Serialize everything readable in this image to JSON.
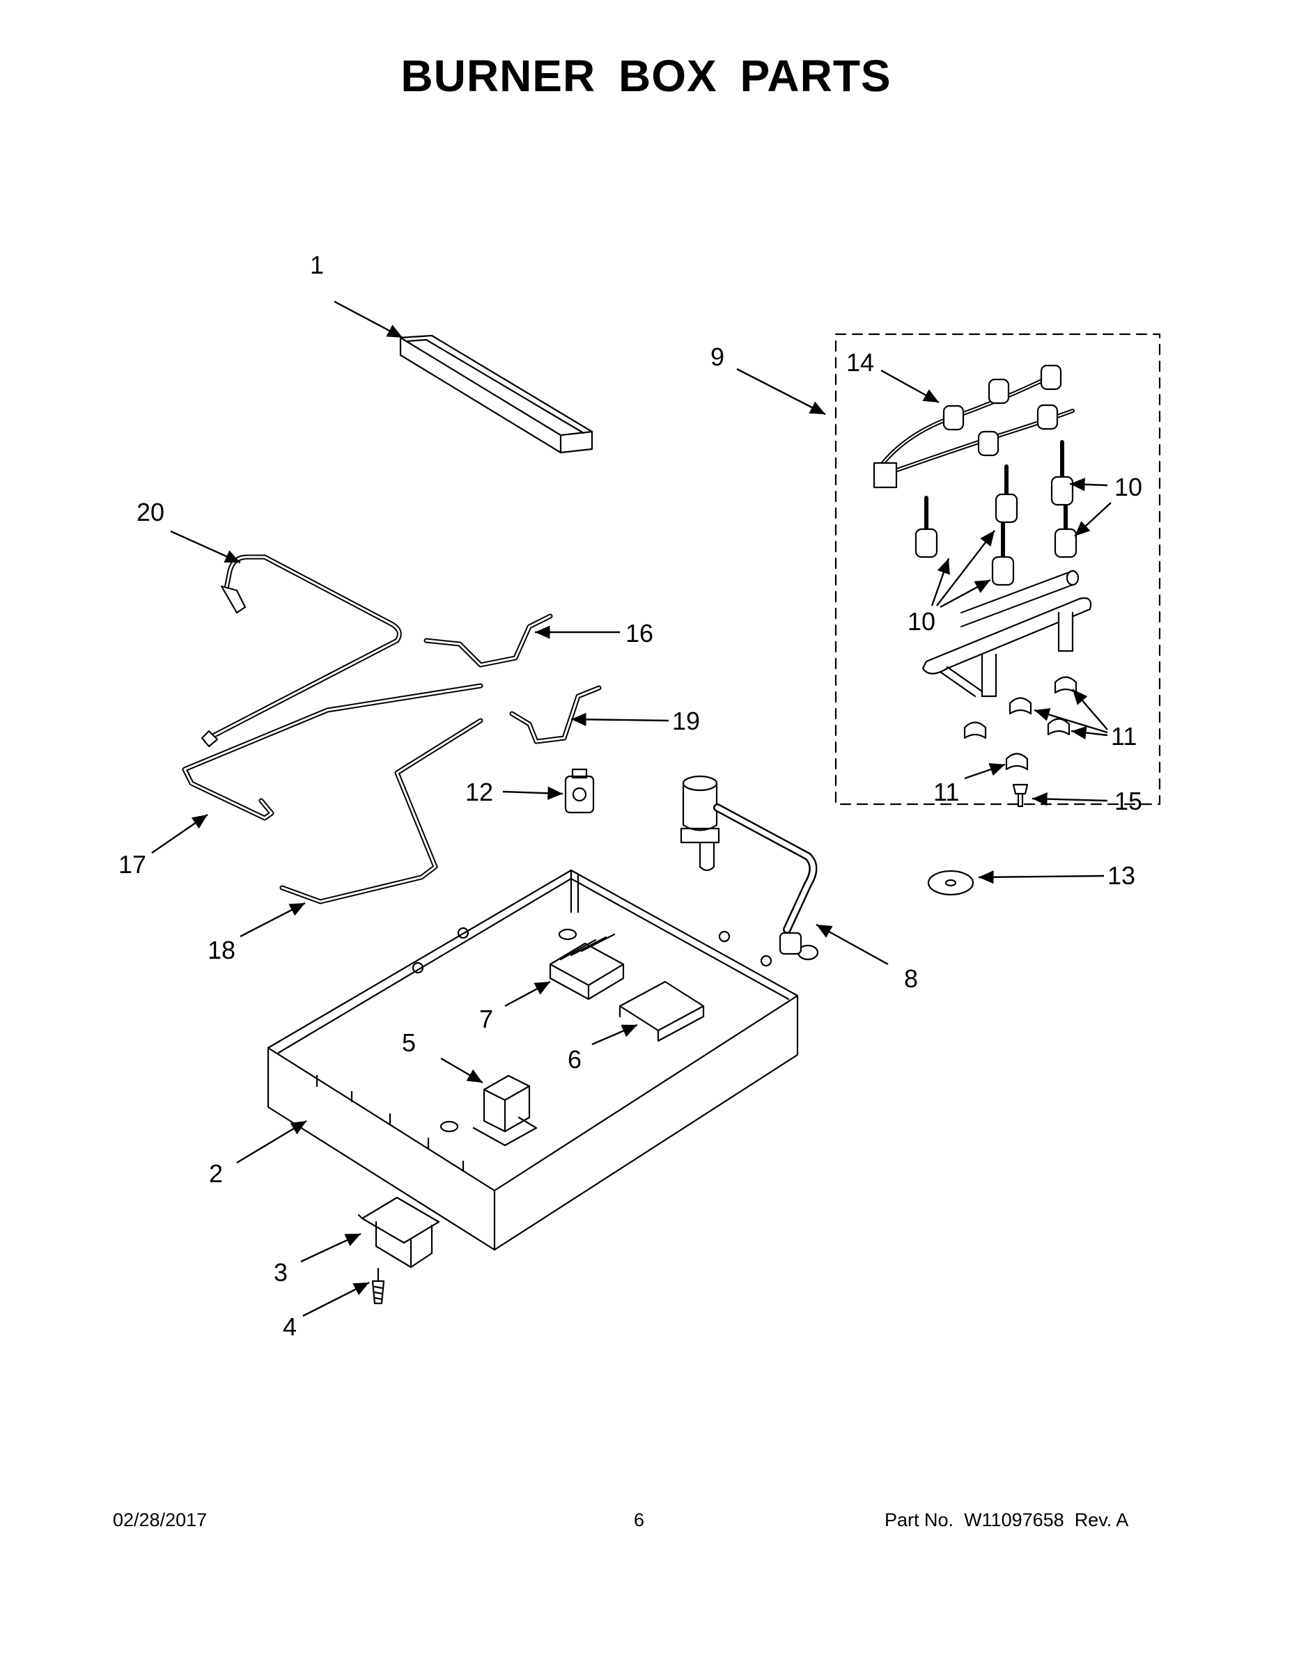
{
  "title": "BURNER BOX PARTS",
  "footer": {
    "date": "02/28/2017",
    "page": "6",
    "part_label": "Part No.",
    "part_number": "W11097658",
    "revision": "Rev. A"
  },
  "callouts": {
    "c1": "1",
    "c2": "2",
    "c3": "3",
    "c4": "4",
    "c5": "5",
    "c6": "6",
    "c7": "7",
    "c8": "8",
    "c9": "9",
    "c10a": "10",
    "c10b": "10",
    "c11a": "11",
    "c11b": "11",
    "c12": "12",
    "c13": "13",
    "c14": "14",
    "c15": "15",
    "c16": "16",
    "c17": "17",
    "c18": "18",
    "c19": "19",
    "c20": "20"
  }
}
